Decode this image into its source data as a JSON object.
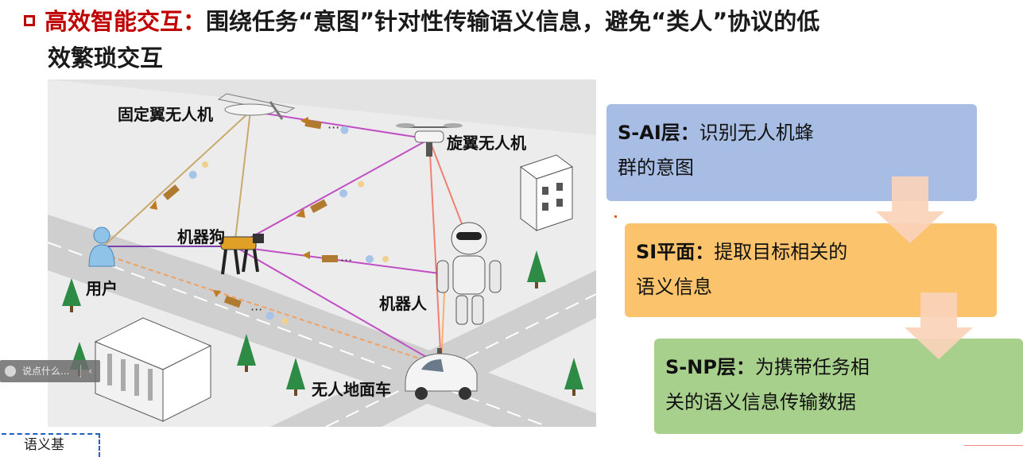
{
  "heading": {
    "emphasis": "高效智能交互：",
    "text_line1": "围绕任务“意图”针对性传输语义信息，避免“类人”协议的低",
    "text_line2": "效繁琐交互"
  },
  "scene": {
    "labels": {
      "fixed_wing": "固定翼无人机",
      "rotor": "旋翼无人机",
      "robot_dog": "机器狗",
      "user": "用户",
      "robot": "机器人",
      "ugv": "无人地面车"
    }
  },
  "layers": [
    {
      "name": "S-AI层：",
      "line1": "识别无人机蜂",
      "line2": "群的意图",
      "color": "#a8bde3"
    },
    {
      "name": "SI平面：",
      "line1": "提取目标相关的",
      "line2": "语义信息",
      "color": "#fbc36b"
    },
    {
      "name": "S-NP层：",
      "line1": "为携带任务相",
      "line2": "关的语义信息传输数据",
      "color": "#a8d08d"
    }
  ],
  "overlay": {
    "popup_text": "说点什么...",
    "bottom_text": "语义基"
  },
  "colors": {
    "accent": "#c00000",
    "arrow": "#fad2ba"
  }
}
